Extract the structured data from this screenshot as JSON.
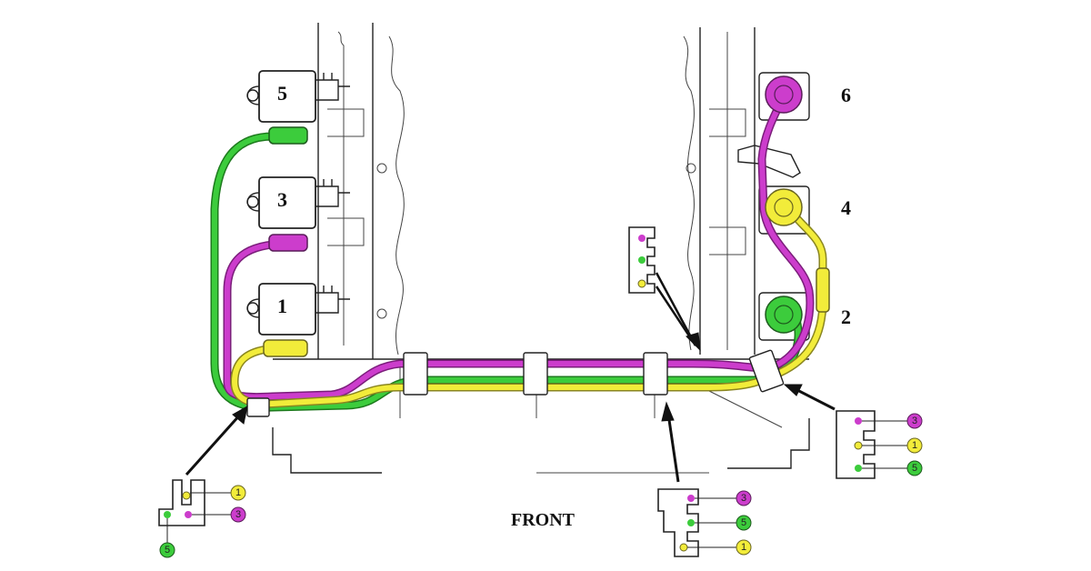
{
  "colors": {
    "cyl_1": "#f2ec3a",
    "cyl_3": "#cc3dcc",
    "cyl_5": "#3ccc3c",
    "cyl_2": "#3ccc3c",
    "cyl_4": "#f2ec3a",
    "cyl_6": "#cc3dcc",
    "outline": "#222222"
  },
  "cylinders_left": [
    {
      "label": "5",
      "wire_color": "green"
    },
    {
      "label": "3",
      "wire_color": "magenta"
    },
    {
      "label": "1",
      "wire_color": "yellow"
    }
  ],
  "cylinders_right": [
    {
      "label": "6",
      "wire_color": "magenta"
    },
    {
      "label": "4",
      "wire_color": "yellow"
    },
    {
      "label": "2",
      "wire_color": "green"
    }
  ],
  "front_label": "FRONT",
  "clips": {
    "left_bottom": {
      "slots": [
        "1",
        "3",
        "5"
      ]
    },
    "center_bottom": {
      "slots": [
        "3",
        "5",
        "1"
      ]
    },
    "right_bottom": {
      "slots": [
        "3",
        "1",
        "5"
      ]
    }
  }
}
